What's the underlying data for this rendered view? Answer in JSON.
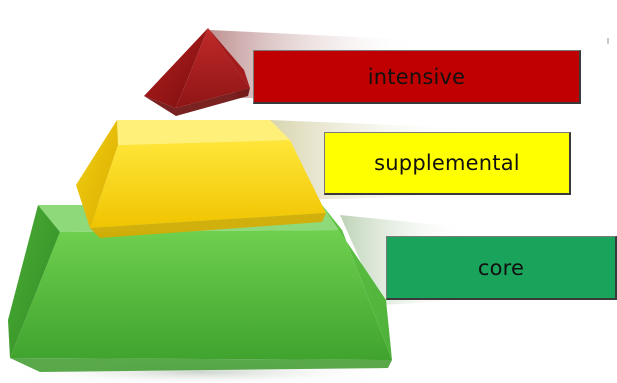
{
  "diagram": {
    "tiers": [
      {
        "id": "intensive",
        "label": "intensive",
        "color": "#c00000",
        "label_color": "#c00000"
      },
      {
        "id": "supplemental",
        "label": "supplemental",
        "color": "#f5d800",
        "label_color": "#ffff00"
      },
      {
        "id": "core",
        "label": "core",
        "color": "#5cc24a",
        "label_color": "#1aa35a"
      }
    ]
  }
}
